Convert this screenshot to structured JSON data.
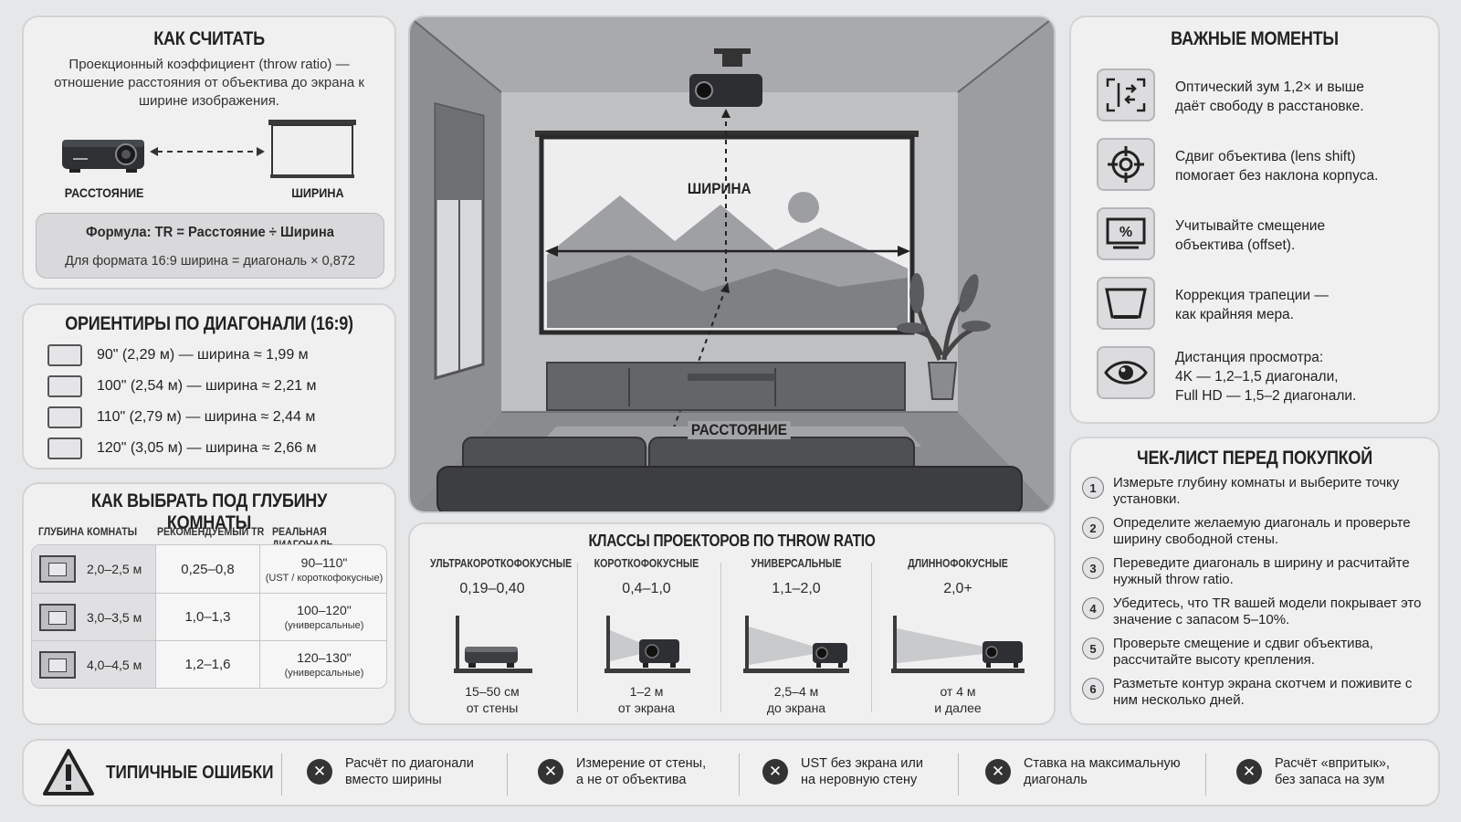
{
  "calc": {
    "title": "КАК СЧИТАТЬ",
    "description": "Проекционный коэффициент (throw ratio) — отношение расстояния от объектива до экрана к ширине изображения.",
    "label_distance": "РАССТОЯНИЕ",
    "label_width": "ШИРИНА",
    "formula": "Формула: TR = Расстояние ÷ Ширина",
    "formula_note": "Для формата 16:9 ширина = диагональ × 0,872"
  },
  "diagonals": {
    "title": "ОРИЕНТИРЫ ПО ДИАГОНАЛИ (16:9)",
    "items": [
      "90\" (2,29 м) — ширина ≈ 1,99 м",
      "100\" (2,54 м) — ширина ≈ 2,21 м",
      "110\" (2,79 м) — ширина ≈ 2,44 м",
      "120\" (3,05 м) — ширина ≈ 2,66 м"
    ]
  },
  "depth": {
    "title": "КАК ВЫБРАТЬ ПОД ГЛУБИНУ КОМНАТЫ",
    "headers": [
      "ГЛУБИНА КОМНАТЫ",
      "РЕКОМЕНДУЕМЫЙ TR",
      "РЕАЛЬНАЯ ДИАГОНАЛЬ"
    ],
    "rows": [
      {
        "depth": "2,0–2,5 м",
        "tr": "0,25–0,8",
        "diag": "90–110\"",
        "note": "(UST / короткофокусные)"
      },
      {
        "depth": "3,0–3,5 м",
        "tr": "1,0–1,3",
        "diag": "100–120\"",
        "note": "(универсальные)"
      },
      {
        "depth": "4,0–4,5 м",
        "tr": "1,2–1,6",
        "diag": "120–130\"",
        "note": "(универсальные)"
      }
    ]
  },
  "room": {
    "label_width": "ШИРИНА",
    "label_distance": "РАССТОЯНИЕ"
  },
  "classes": {
    "title": "КЛАССЫ ПРОЕКТОРОВ ПО THROW RATIO",
    "items": [
      {
        "name": "УЛЬТРАКОРОТКОФОКУСНЫЕ",
        "tr": "0,19–0,40",
        "dist1": "15–50 см",
        "dist2": "от стены"
      },
      {
        "name": "КОРОТКОФОКУСНЫЕ",
        "tr": "0,4–1,0",
        "dist1": "1–2 м",
        "dist2": "от экрана"
      },
      {
        "name": "УНИВЕРСАЛЬНЫЕ",
        "tr": "1,1–2,0",
        "dist1": "2,5–4 м",
        "dist2": "до экрана"
      },
      {
        "name": "ДЛИННОФОКУСНЫЕ",
        "tr": "2,0+",
        "dist1": "от 4 м",
        "dist2": "и далее"
      }
    ]
  },
  "important": {
    "title": "ВАЖНЫЕ МОМЕНТЫ",
    "items": [
      {
        "icon": "zoom-icon",
        "line1": "Оптический зум 1,2× и выше",
        "line2": "даёт свободу в расстановке.",
        "line3": ""
      },
      {
        "icon": "crosshair-icon",
        "line1": "Сдвиг объектива (lens shift)",
        "line2": "помогает без наклона корпуса.",
        "line3": ""
      },
      {
        "icon": "percent-screen-icon",
        "line1": "Учитывайте смещение",
        "line2": "объектива (offset).",
        "line3": ""
      },
      {
        "icon": "keystone-icon",
        "line1": "Коррекция трапеции —",
        "line2": "как крайняя мера.",
        "line3": ""
      },
      {
        "icon": "eye-icon",
        "line1": "Дистанция просмотра:",
        "line2": "4K — 1,2–1,5 диагонали,",
        "line3": "Full HD — 1,5–2 диагонали."
      }
    ]
  },
  "checklist": {
    "title": "ЧЕК-ЛИСТ ПЕРЕД ПОКУПКОЙ",
    "items": [
      {
        "num": "1",
        "text": "Измерьте глубину комнаты и выберите точку установки."
      },
      {
        "num": "2",
        "text": "Определите желаемую диагональ и проверьте ширину свободной стены."
      },
      {
        "num": "3",
        "text": "Переведите диагональ в ширину и расчитайте нужный throw ratio."
      },
      {
        "num": "4",
        "text": "Убедитесь, что TR вашей модели покрывает это значение с запасом 5–10%."
      },
      {
        "num": "5",
        "text": "Проверьте смещение и сдвиг объектива, рассчитайте высоту крепления."
      },
      {
        "num": "6",
        "text": "Разметьте контур экрана скотчем и поживите с ним несколько дней."
      }
    ]
  },
  "errors": {
    "title": "ТИПИЧНЫЕ ОШИБКИ",
    "items": [
      {
        "line1": "Расчёт по диагонали",
        "line2": "вместо ширины"
      },
      {
        "line1": "Измерение от стены,",
        "line2": "а не от объектива"
      },
      {
        "line1": "UST без экрана или",
        "line2": "на неровную стену"
      },
      {
        "line1": "Ставка на максимальную",
        "line2": "диагональ"
      },
      {
        "line1": "Расчёт «впритык»,",
        "line2": "без запаса на зум"
      }
    ]
  }
}
